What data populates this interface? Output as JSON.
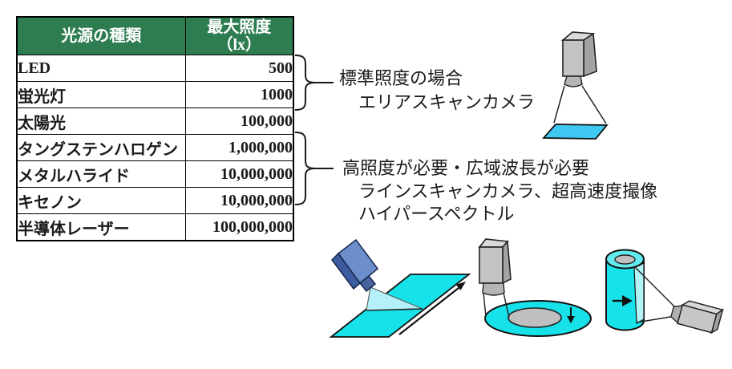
{
  "table": {
    "header": {
      "source": "光源の種類",
      "max_line1": "最大照度",
      "max_line2": "（lx）"
    },
    "rows": [
      {
        "label": "LED",
        "value": "500"
      },
      {
        "label": "蛍光灯",
        "value": "1000"
      },
      {
        "label": "太陽光",
        "value": "100,000"
      },
      {
        "label": "タングステンハロゲン",
        "value": "1,000,000"
      },
      {
        "label": "メタルハライド",
        "value": "10,000,000"
      },
      {
        "label": "キセノン",
        "value": "10,000,000"
      },
      {
        "label": "半導体レーザー",
        "value": "100,000,000"
      }
    ]
  },
  "annotations": {
    "standard": {
      "line1": "標準照度の場合",
      "line2": "エリアスキャンカメラ"
    },
    "high": {
      "line1": "高照度が必要・広域波長が必要",
      "line2": "ラインスキャンカメラ、超高速度撮像",
      "line3": "ハイパースペクトル"
    }
  },
  "icons": {
    "area_scan": "area-scan-camera-icon",
    "line_scan": "line-scan-camera-icon",
    "rotating_disk": "rotating-disk-camera-icon",
    "roll_inspection": "roll-inspection-camera-icon"
  },
  "colors": {
    "header_green": "#2E7D51",
    "sheet_sky_blue": "#3FC9F2",
    "surface_cyan": "#17E2E9",
    "view_triangle_light": "#B5F1FA",
    "camera_gray": "#C4C4C4",
    "camera_blue": "#6C8FCB",
    "inner_disk_gray": "#BFBFBF"
  }
}
